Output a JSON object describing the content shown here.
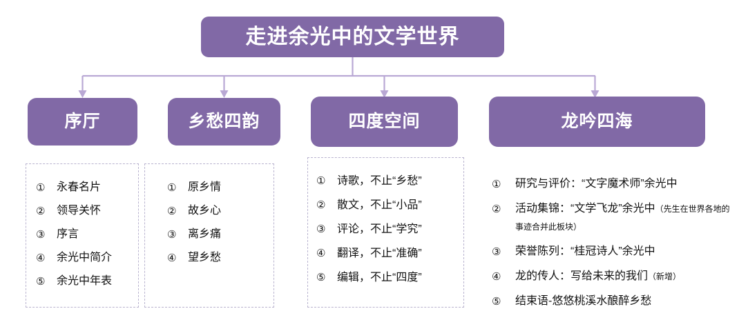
{
  "diagram": {
    "title": "走进余光中的文学世界",
    "accent_color": "#8169A6",
    "connector_color": "#b9a8d4",
    "dashed_border_color": "#b9b3cf",
    "title_text_color": "#ffffff",
    "body_text_color": "#111111",
    "background_color": "#ffffff",
    "branches": [
      {
        "header": "序厅",
        "boxed": true,
        "items": [
          {
            "num": "①",
            "text": "永春名片",
            "note": ""
          },
          {
            "num": "②",
            "text": "领导关怀",
            "note": ""
          },
          {
            "num": "③",
            "text": "序言",
            "note": ""
          },
          {
            "num": "④",
            "text": "余光中简介",
            "note": ""
          },
          {
            "num": "⑤",
            "text": "余光中年表",
            "note": ""
          }
        ]
      },
      {
        "header": "乡愁四韵",
        "boxed": true,
        "items": [
          {
            "num": "①",
            "text": "原乡情",
            "note": ""
          },
          {
            "num": "②",
            "text": "故乡心",
            "note": ""
          },
          {
            "num": "③",
            "text": "离乡痛",
            "note": ""
          },
          {
            "num": "④",
            "text": "望乡愁",
            "note": ""
          }
        ]
      },
      {
        "header": "四度空间",
        "boxed": true,
        "items": [
          {
            "num": "①",
            "text": "诗歌，不止“乡愁”",
            "note": ""
          },
          {
            "num": "②",
            "text": "散文，不止“小品”",
            "note": ""
          },
          {
            "num": "③",
            "text": "评论，不止“学究”",
            "note": ""
          },
          {
            "num": "④",
            "text": "翻译，不止“准确”",
            "note": ""
          },
          {
            "num": "⑤",
            "text": "编辑，不止“四度”",
            "note": ""
          }
        ]
      },
      {
        "header": "龙吟四海",
        "boxed": false,
        "items": [
          {
            "num": "①",
            "text": "研究与评价：“文字魔术师”余光中",
            "note": ""
          },
          {
            "num": "②",
            "text": "活动集锦：“文学飞龙”余光中",
            "note": "（先生在世界各地的事迹合并此板块）"
          },
          {
            "num": "③",
            "text": "荣誉陈列：“桂冠诗人”余光中",
            "note": ""
          },
          {
            "num": "④",
            "text": "龙的传人：写给未来的我们",
            "note": "（新增）"
          },
          {
            "num": "⑤",
            "text": "结束语-悠悠桃溪水酿醉乡愁",
            "note": ""
          }
        ]
      }
    ]
  }
}
